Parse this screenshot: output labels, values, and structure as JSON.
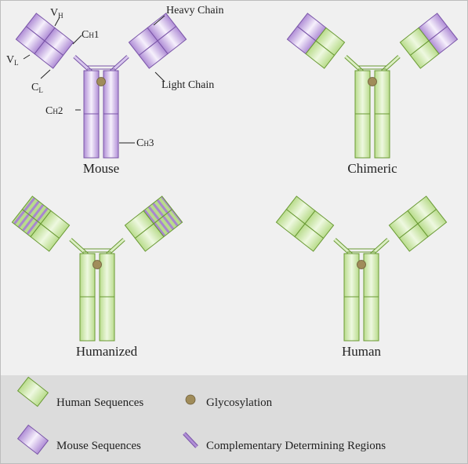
{
  "palette": {
    "human_fill": "#b9dc8c",
    "human_hi": "#e9f6d6",
    "human_stroke": "#6a9a35",
    "mouse_fill": "#b08ed6",
    "mouse_hi": "#f3ecfb",
    "mouse_stroke": "#7a55a8",
    "glyco": "#a08c5a",
    "panel_bg": "#f0f0f0",
    "legend_bg": "#dddddd"
  },
  "antibodies": [
    {
      "id": "mouse",
      "caption": "Mouse",
      "scheme": "mouse"
    },
    {
      "id": "chimeric",
      "caption": "Chimeric",
      "scheme": "chimeric"
    },
    {
      "id": "humanized",
      "caption": "Humanized",
      "scheme": "humanized"
    },
    {
      "id": "human",
      "caption": "Human",
      "scheme": "human"
    }
  ],
  "domain_labels": {
    "vh": "V",
    "vh_sub": "H",
    "ch1": "C",
    "ch1_sub": "H",
    "ch1_num": "1",
    "vl": "V",
    "vl_sub": "L",
    "cl": "C",
    "cl_sub": "L",
    "ch2": "C",
    "ch2_sub": "H",
    "ch2_num": "2",
    "ch3": "C",
    "ch3_sub": "H",
    "ch3_num": "3",
    "heavy_chain": "Heavy Chain",
    "light_chain": "Light Chain"
  },
  "legend": {
    "human": "Human Sequences",
    "mouse": "Mouse Sequences",
    "glycosylation": "Glycosylation",
    "cdr": "Complementary Determining Regions"
  }
}
